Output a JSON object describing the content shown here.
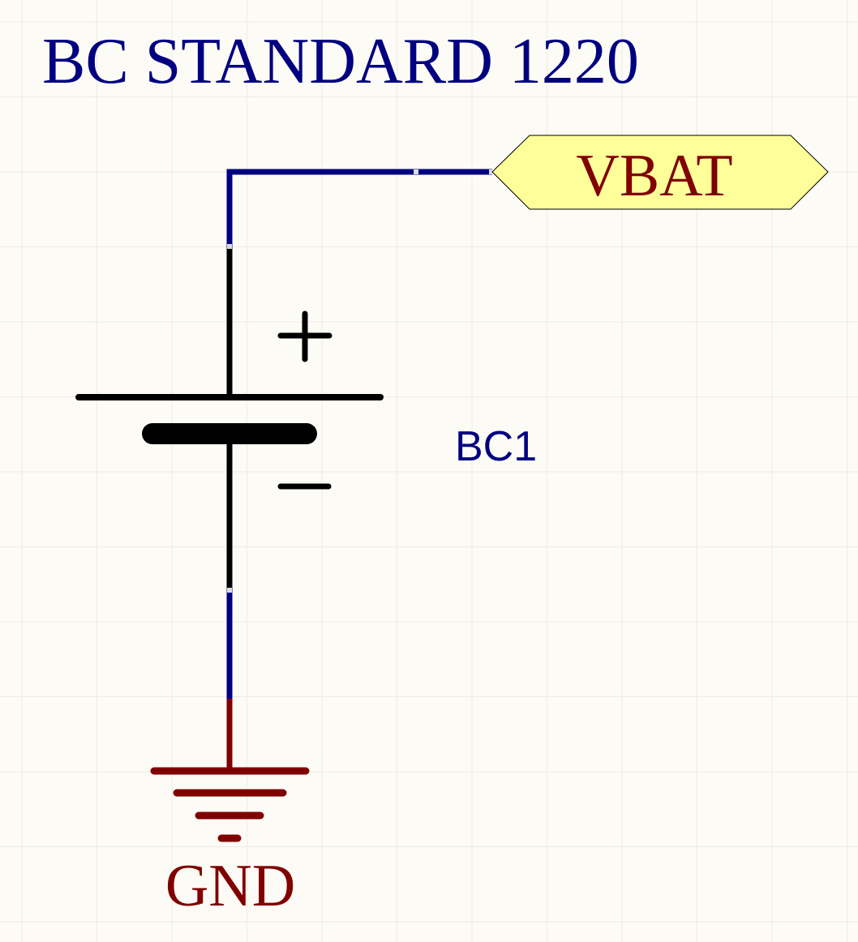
{
  "title": "BC STANDARD 1220",
  "net_label": {
    "text": "VBAT",
    "fill_color": "#ffff99",
    "text_color": "#800000"
  },
  "component": {
    "designator": "BC1",
    "symbol": "battery",
    "positive_marker": "+",
    "negative_marker": "−"
  },
  "ground": {
    "label": "GND",
    "color": "#800000"
  },
  "colors": {
    "background": "#fdfbf6",
    "grid": "#ecebe2",
    "wire": "#000080",
    "title": "#000080",
    "designator": "#000080",
    "body": "#000000"
  }
}
